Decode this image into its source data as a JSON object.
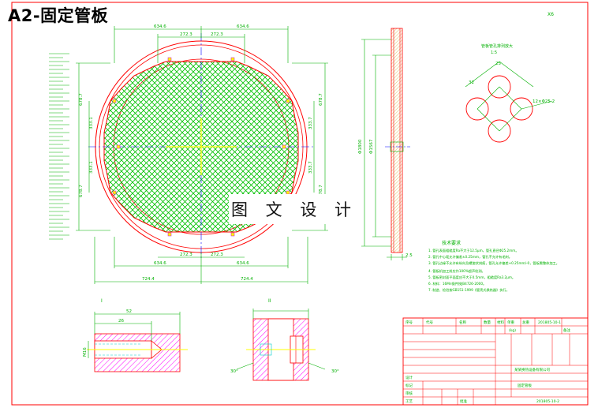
{
  "sheet_title": "A2-固定管板",
  "watermark": "图 文 设 计",
  "top_right_mark": "X6",
  "colors": {
    "frame": "#ff0000",
    "outline": "#ff0000",
    "dimension": "#00b000",
    "centerline": "#0000ff",
    "axis": "#ffff00",
    "hatch": "#00c000",
    "bolt_hole": "#cc00cc",
    "edge_marker": "#00cccc",
    "section_fill": "#ff00ff"
  },
  "plan_view": {
    "dims_top": [
      "634.6",
      "272.3",
      "272.3",
      "634.6"
    ],
    "dims_bottom": [
      "272.3",
      "272.3",
      "634.6",
      "634.6"
    ],
    "dims_overall": [
      "724.4",
      "724.4"
    ],
    "dims_left": [
      "678.7",
      "333.1",
      "333.1",
      "678.7"
    ],
    "dims_right": [
      "678.7",
      "333.7",
      "333.7",
      "678.7"
    ]
  },
  "side_view": {
    "dims": [
      "Φ1800",
      "Φ1567"
    ],
    "thickness": "2.5"
  },
  "detail_view": {
    "title": "管板管孔排列放大",
    "scale": "1:5",
    "dims": [
      "25",
      "32",
      "12×Φ25.2"
    ]
  },
  "section_a": {
    "label": "I",
    "dims": [
      "52",
      "26",
      "M16"
    ]
  },
  "section_b": {
    "label": "II",
    "dims": [
      "30°",
      "30°"
    ]
  },
  "notes": {
    "title": "技术要求",
    "items": [
      "1. 管孔表面粗糙度Ra不大于12.5μm，管孔直径Φ25.2mm。",
      "2. 管孔中心距允许偏差±0.25mm，管孔不允许有毛刺。",
      "3. 管孔边缘不允许有纵向及螺旋状刻痕，管孔允许偏差+0.25mm/-0，管板需整体加工。",
      "4. 管板机加工前应作100%超声检测。",
      "5. 管板密封面平面度应不大于0.5mm，粗糙度Ra3.2μm。",
      "6. 材料：16Mn锻件按JB4726-2000。",
      "7. 制造、检验按GB151-1999《管壳式换热器》执行。"
    ]
  },
  "title_block": {
    "header_row": [
      "序号",
      "代号",
      "名称",
      "数量",
      "材料",
      "单重",
      "总重",
      "备注"
    ],
    "row2": [
      "",
      "",
      "",
      "",
      "(kg)",
      "",
      ""
    ],
    "label_biaoji": "标记",
    "label_sheji": "设计",
    "label_shenhe": "审核",
    "label_gongyi": "工艺",
    "label_pizhun": "批准",
    "part_name": "固定管板",
    "drawing_number": "201805-10-2",
    "drawing_number_2": "201805-10-1",
    "company": "某某换热设备有限公司"
  }
}
